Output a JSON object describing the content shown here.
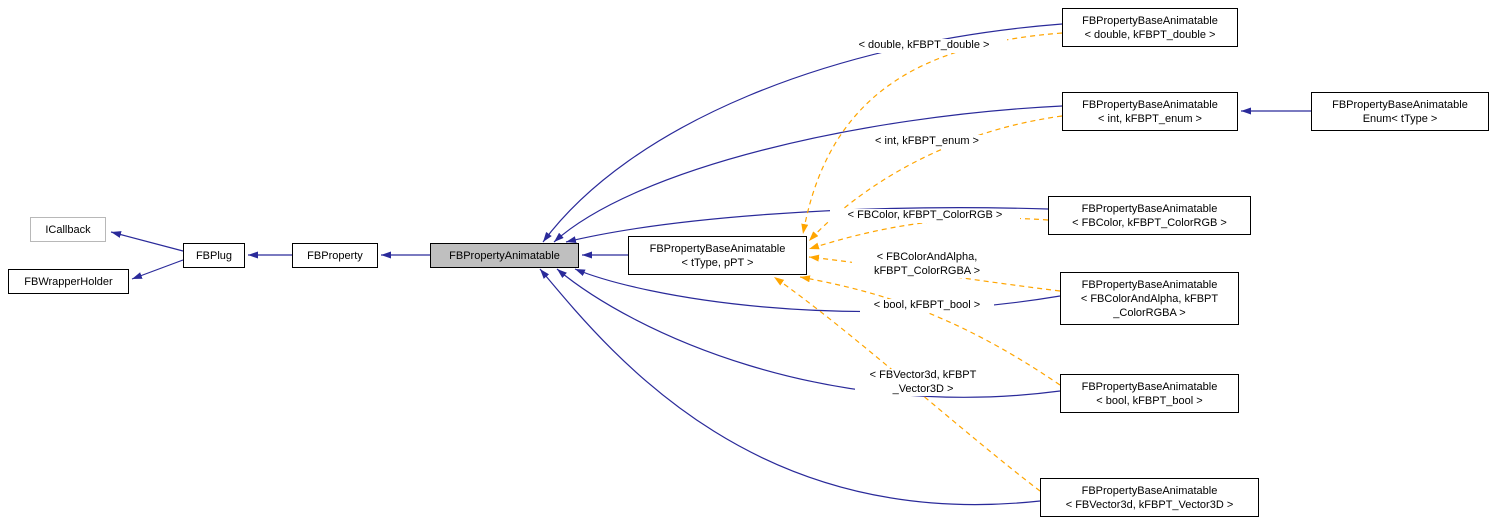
{
  "diagram": {
    "colors": {
      "inheritance_edge": "#2a2a9a",
      "template_edge": "#ffa500",
      "highlight_fill": "#bfbfbf",
      "node_border": "#000000",
      "external_node_border": "#b8b8b8"
    },
    "nodes": {
      "icallback": {
        "lines": [
          "ICallback"
        ]
      },
      "fbwrapperholder": {
        "lines": [
          "FBWrapperHolder"
        ]
      },
      "fbplug": {
        "lines": [
          "FBPlug"
        ]
      },
      "fbproperty": {
        "lines": [
          "FBProperty"
        ]
      },
      "fbpropertyanimatable": {
        "lines": [
          "FBPropertyAnimatable"
        ]
      },
      "base_template": {
        "lines": [
          "FBPropertyBaseAnimatable",
          "< tType, pPT >"
        ]
      },
      "double": {
        "lines": [
          "FBPropertyBaseAnimatable",
          "< double, kFBPT_double >"
        ]
      },
      "int_enum": {
        "lines": [
          "FBPropertyBaseAnimatable",
          "< int, kFBPT_enum >"
        ]
      },
      "enum_ttype": {
        "lines": [
          "FBPropertyBaseAnimatable",
          "Enum< tType >"
        ]
      },
      "color_rgb": {
        "lines": [
          "FBPropertyBaseAnimatable",
          "< FBColor, kFBPT_ColorRGB >"
        ]
      },
      "color_rgba": {
        "lines": [
          "FBPropertyBaseAnimatable",
          "< FBColorAndAlpha, kFBPT",
          "_ColorRGBA >"
        ]
      },
      "bool": {
        "lines": [
          "FBPropertyBaseAnimatable",
          "< bool, kFBPT_bool >"
        ]
      },
      "vector3d": {
        "lines": [
          "FBPropertyBaseAnimatable",
          "< FBVector3d, kFBPT_Vector3D >"
        ]
      }
    },
    "edge_labels": {
      "double": {
        "lines": [
          "< double, kFBPT_double >"
        ]
      },
      "int_enum": {
        "lines": [
          "< int, kFBPT_enum >"
        ]
      },
      "color_rgb": {
        "lines": [
          "< FBColor, kFBPT_ColorRGB >"
        ]
      },
      "color_rgba": {
        "lines": [
          "< FBColorAndAlpha,",
          "kFBPT_ColorRGBA >"
        ]
      },
      "bool": {
        "lines": [
          "< bool, kFBPT_bool >"
        ]
      },
      "vector3d": {
        "lines": [
          "< FBVector3d, kFBPT",
          "_Vector3D >"
        ]
      }
    }
  }
}
